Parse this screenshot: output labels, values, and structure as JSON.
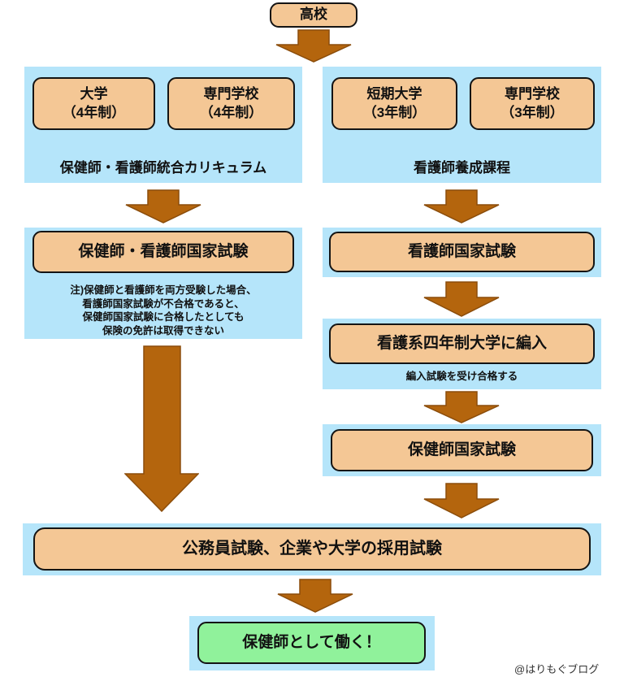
{
  "page": {
    "credit": "@はりもぐブログ"
  },
  "colors": {
    "box_fill": "#f4c795",
    "panel_fill": "#b5e5fa",
    "arrow_fill": "#b4650d",
    "goal_fill": "#90f29b",
    "border": "#141414",
    "background": "#ffffff"
  },
  "nodes": {
    "high_school": "高校",
    "left_track": {
      "university_line1": "大学",
      "university_line2": "（4年制）",
      "vocational_line1": "専門学校",
      "vocational_line2": "（4年制）",
      "label": "保健師・看護師統合カリキュラム",
      "exam": "保健師・看護師国家試験",
      "note_lines": [
        "注)保健師と看護師を両方受験した場合、",
        "看護師国家試験が不合格であると、",
        "保健師国家試験に合格したとしても",
        "保険の免許は取得できない"
      ]
    },
    "right_track": {
      "junior_college_line1": "短期大学",
      "junior_college_line2": "（3年制）",
      "vocational_line1": "専門学校",
      "vocational_line2": "（3年制）",
      "label": "看護師養成課程",
      "nurse_exam": "看護師国家試験",
      "transfer": "看護系四年制大学に編入",
      "transfer_note": "編入試験を受け合格する",
      "phn_exam": "保健師国家試験"
    },
    "employment": "公務員試験、企業や大学の採用試験",
    "goal": "保健師として働く！"
  }
}
